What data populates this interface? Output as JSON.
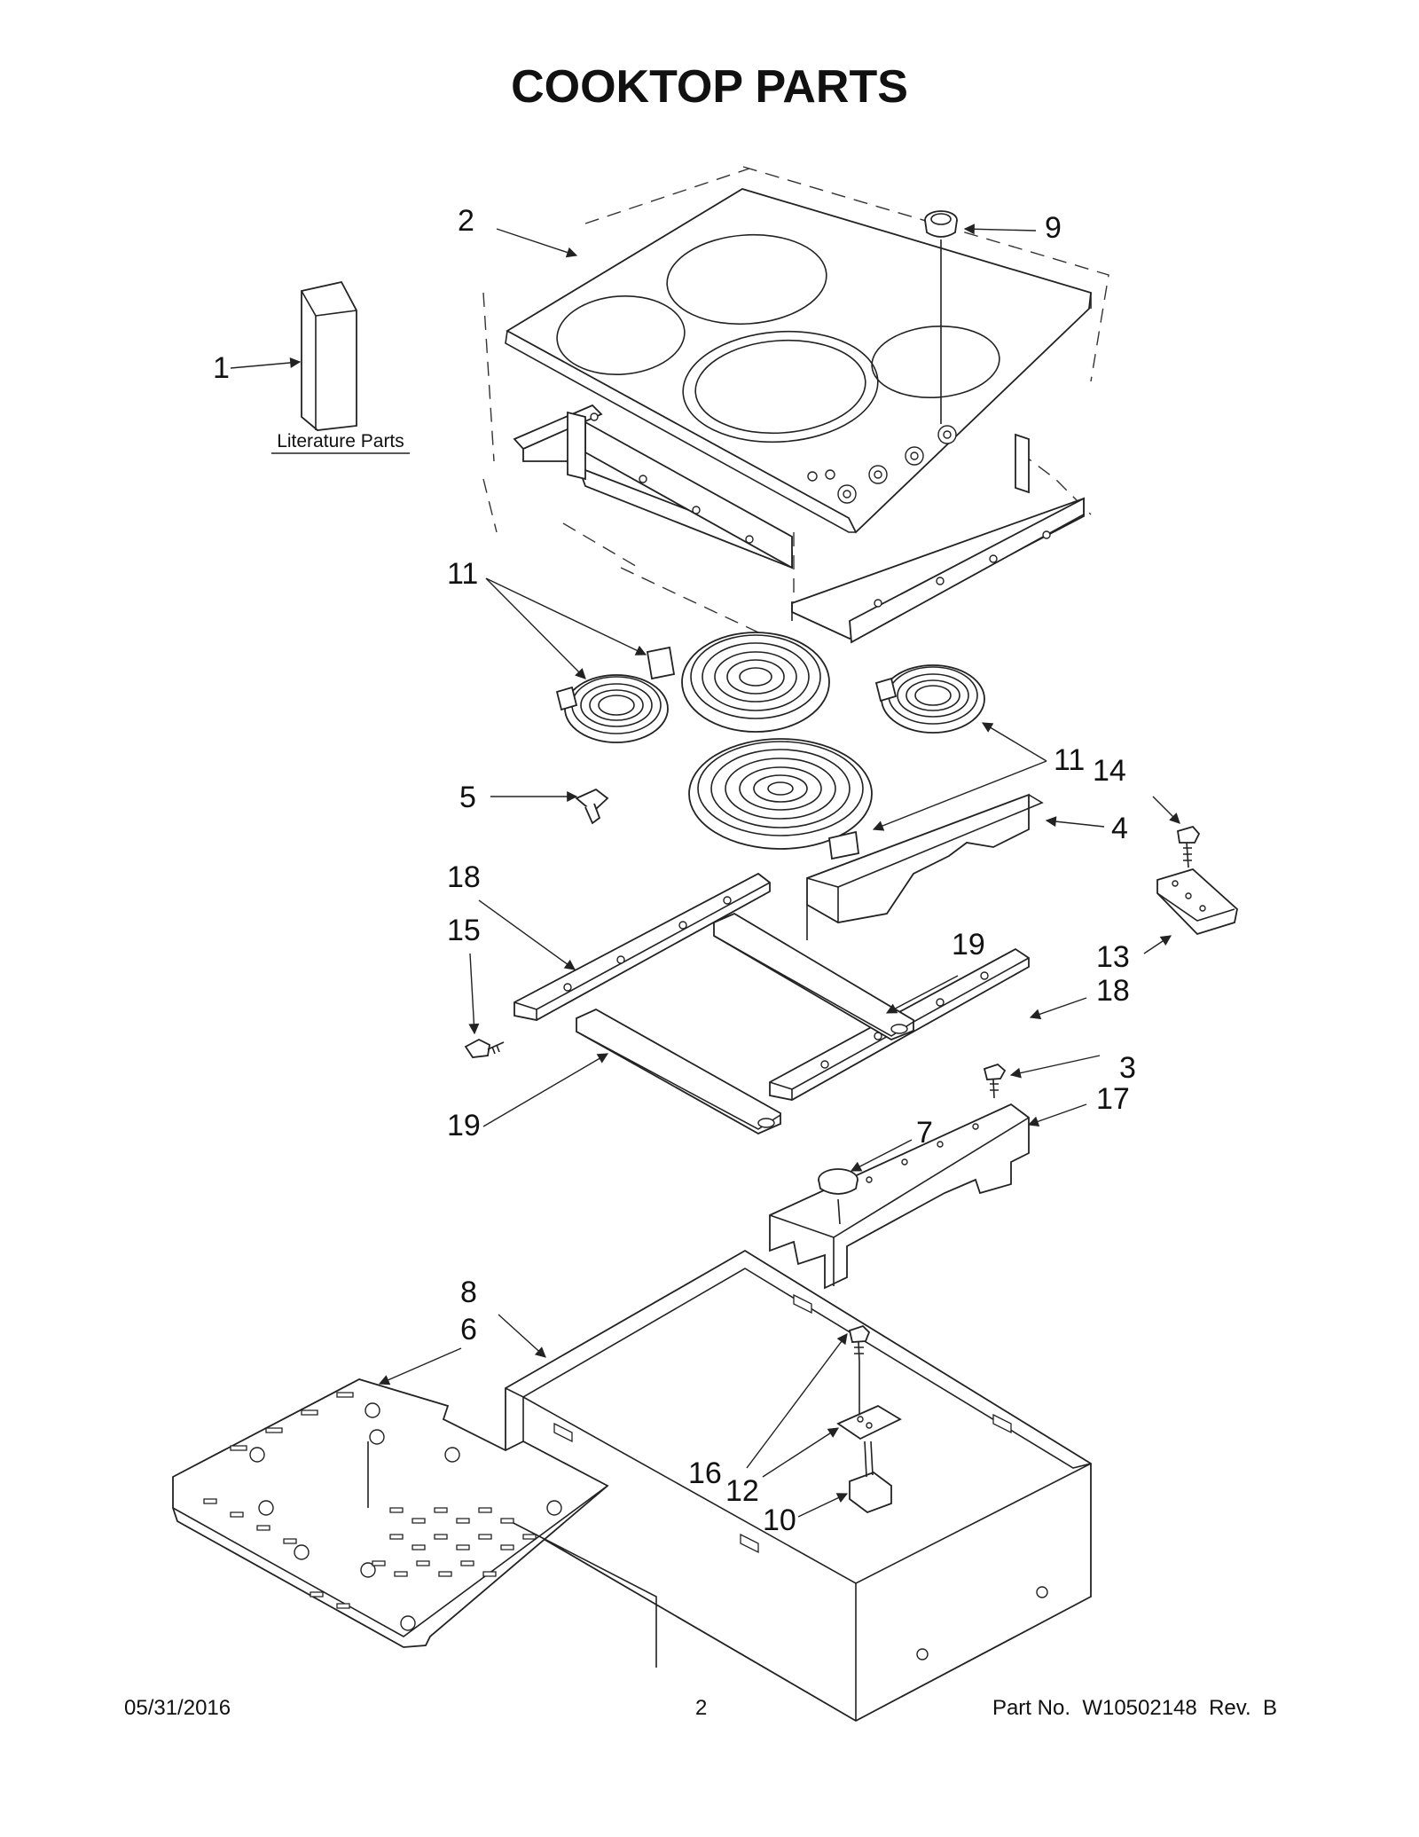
{
  "title": "COOKTOP  PARTS",
  "literature_label": "Literature Parts",
  "callouts": {
    "c1": "1",
    "c2": "2",
    "c3": "3",
    "c4": "4",
    "c5": "5",
    "c6": "6",
    "c7": "7",
    "c8": "8",
    "c9": "9",
    "c10": "10",
    "c11a": "11",
    "c11b": "11",
    "c12": "12",
    "c13": "13",
    "c14": "14",
    "c15": "15",
    "c16": "16",
    "c17": "17",
    "c18a": "18",
    "c18b": "18",
    "c19a": "19",
    "c19b": "19"
  },
  "footer": {
    "date": "05/31/2016",
    "page": "2",
    "part_no": "Part No.  W10502148  Rev.  B"
  },
  "colors": {
    "ink": "#111111",
    "background": "#ffffff"
  }
}
